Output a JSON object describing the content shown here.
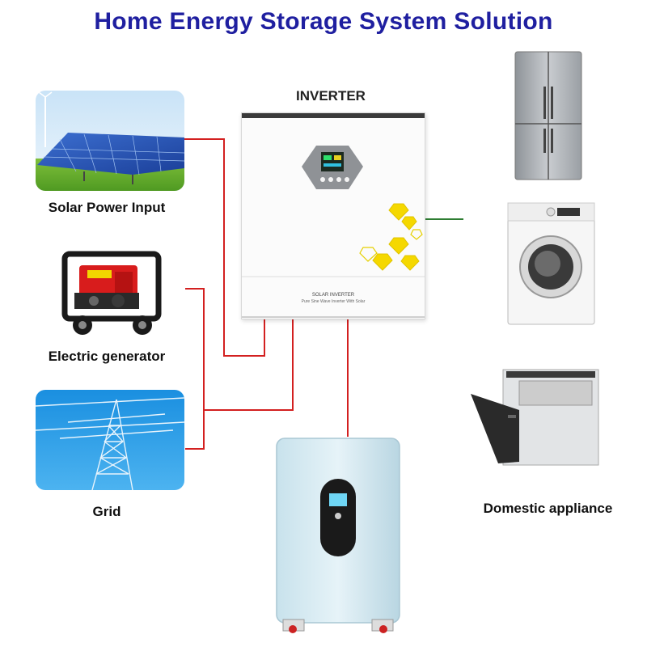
{
  "title": "Home Energy Storage System Solution",
  "inverter": {
    "heading": "INVERTER",
    "panel_name": "SOLAR INVERTER",
    "panel_subtitle": "Pure Sine Wave Inverter With Solar"
  },
  "sources": [
    {
      "label": "Solar Power Input",
      "icon": "solar-panel-icon"
    },
    {
      "label": "Electric generator",
      "icon": "generator-icon"
    },
    {
      "label": "Grid",
      "icon": "power-tower-icon"
    }
  ],
  "appliances": {
    "label": "Domestic appliance",
    "items": [
      "refrigerator-icon",
      "washing-machine-icon",
      "dishwasher-icon"
    ]
  },
  "battery": {
    "icon": "battery-cabinet-icon"
  },
  "colors": {
    "title": "#1f1fa0",
    "wire_source": "#d32020",
    "wire_load": "#2e7d32",
    "accent_yellow": "#f5d800"
  }
}
